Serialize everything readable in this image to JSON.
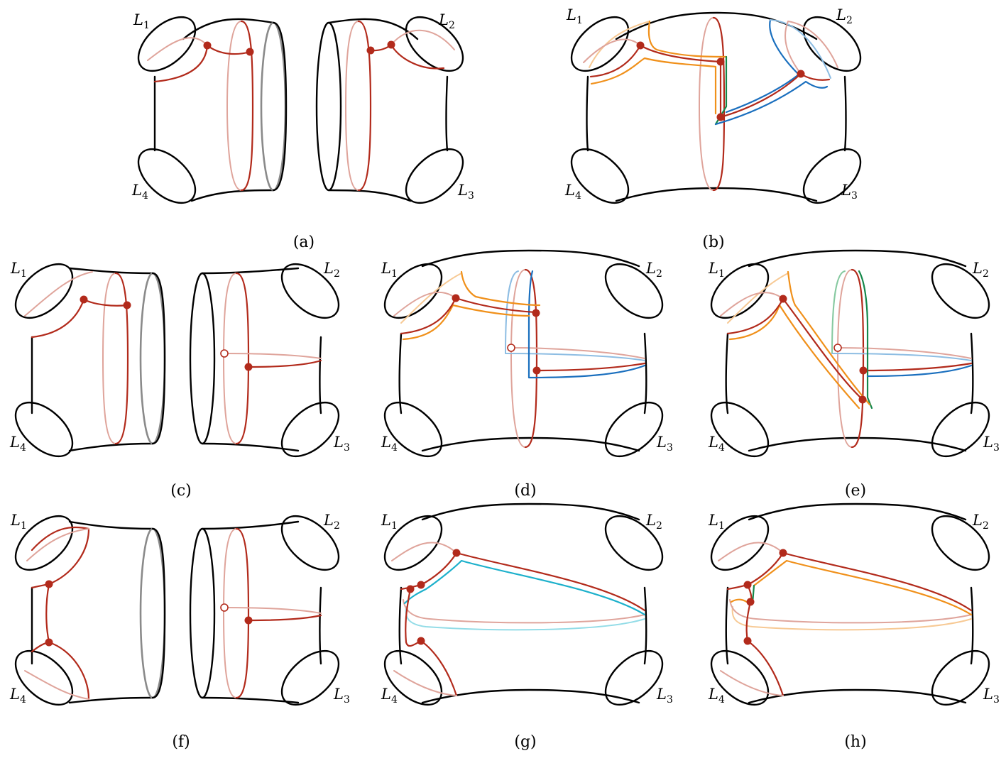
{
  "figure": {
    "panels": [
      {
        "id": "a",
        "caption": "(a)"
      },
      {
        "id": "b",
        "caption": "(b)"
      },
      {
        "id": "c",
        "caption": "(c)"
      },
      {
        "id": "d",
        "caption": "(d)"
      },
      {
        "id": "e",
        "caption": "(e)"
      },
      {
        "id": "f",
        "caption": "(f)"
      },
      {
        "id": "g",
        "caption": "(g)"
      },
      {
        "id": "h",
        "caption": "(h)"
      }
    ],
    "boundary_labels": {
      "L1": {
        "base": "L",
        "sub": "1"
      },
      "L2": {
        "base": "L",
        "sub": "2"
      },
      "L3": {
        "base": "L",
        "sub": "3"
      },
      "L4": {
        "base": "L",
        "sub": "4"
      }
    }
  },
  "colors": {
    "surface": "#000000",
    "curve_red": "#B22A1B",
    "curve_red_light": "#DFA49B",
    "cut_grey": "#8A8A8A",
    "orange": "#F0901A",
    "orange_light": "#F7C994",
    "green": "#14884A",
    "green_light": "#86C9A0",
    "blue": "#1A6FBE",
    "blue_light": "#8DBDE3",
    "cyan": "#1CB0CB",
    "cyan_light": "#93DCE7"
  }
}
